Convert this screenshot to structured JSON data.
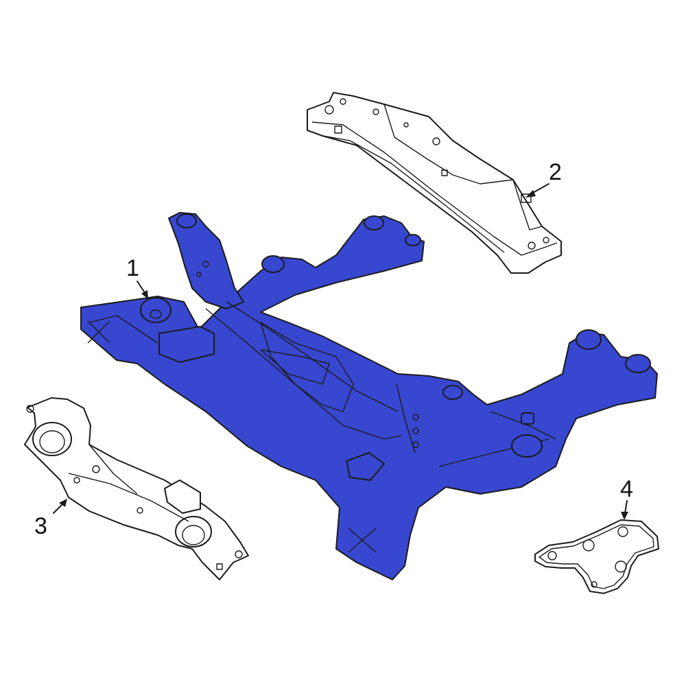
{
  "colors": {
    "highlight": "#3847cf",
    "highlight_dark": "#2a37b0",
    "outline": "#1a1a1a",
    "part_fill": "#ffffff",
    "background": "#ffffff"
  },
  "callouts": [
    {
      "id": "1",
      "label": "1"
    },
    {
      "id": "2",
      "label": "2"
    },
    {
      "id": "3",
      "label": "3"
    },
    {
      "id": "4",
      "label": "4"
    }
  ]
}
